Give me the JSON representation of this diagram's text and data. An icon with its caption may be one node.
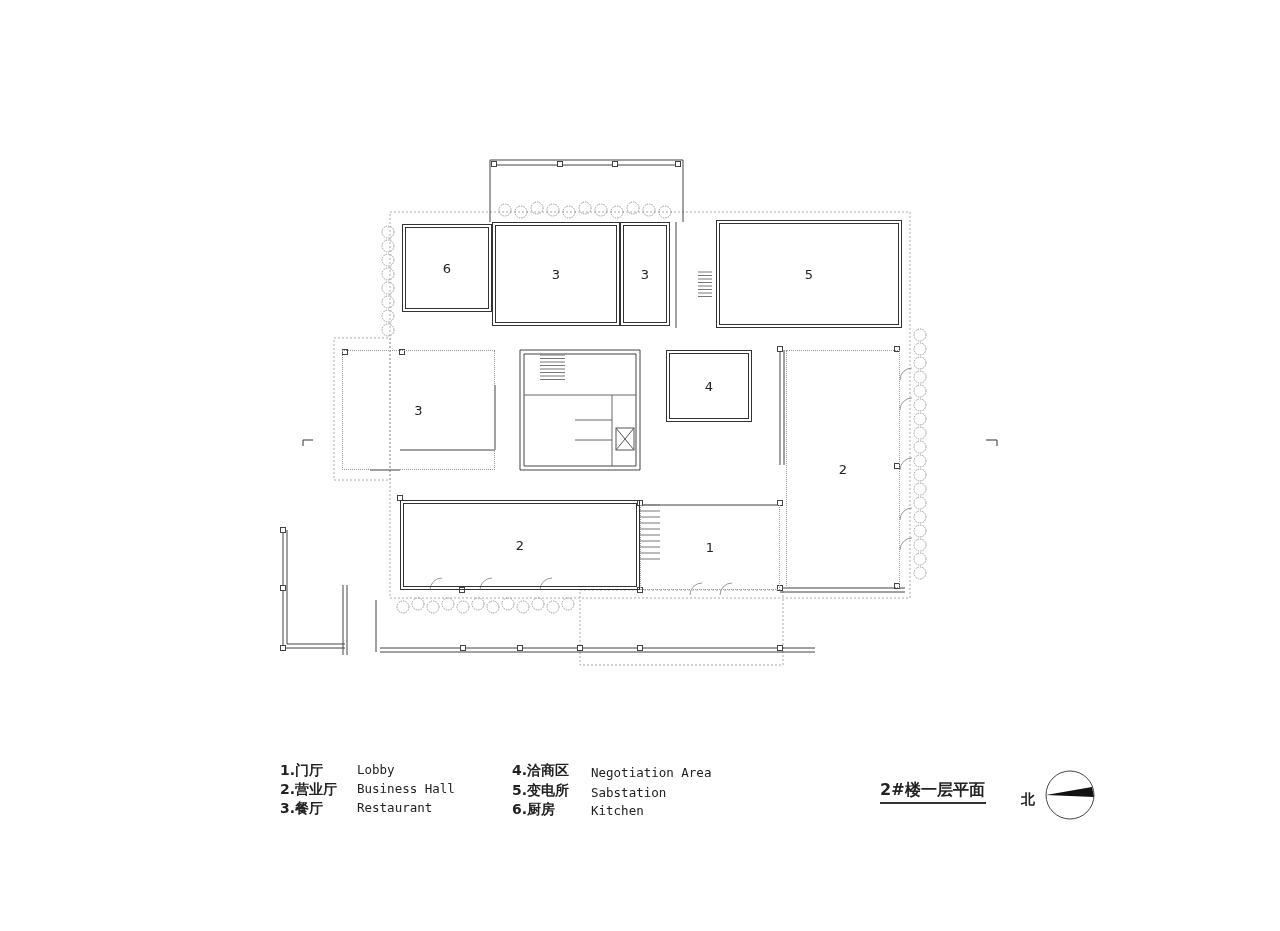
{
  "diagram": {
    "title": "2#楼一层平面",
    "nodes": [
      {
        "text": [
          "6"
        ]
      },
      {
        "text": [
          "3"
        ]
      },
      {
        "text": [
          "3"
        ]
      },
      {
        "text": [
          "5"
        ]
      },
      {
        "text": [
          "3"
        ]
      },
      {
        "text": [
          "4"
        ]
      },
      {
        "text": [
          "2"
        ]
      },
      {
        "text": [
          "2"
        ]
      },
      {
        "text": [
          "1"
        ]
      }
    ],
    "labels": [
      "1.门厅",
      "Lobby",
      "4.洽商区",
      "Negotiation Area",
      "2.营业厅",
      "Business Hall",
      "5.变电所",
      "Sabstation",
      "3.餐厅",
      "Restaurant",
      "6.厨房",
      "Kitchen",
      "北"
    ]
  }
}
